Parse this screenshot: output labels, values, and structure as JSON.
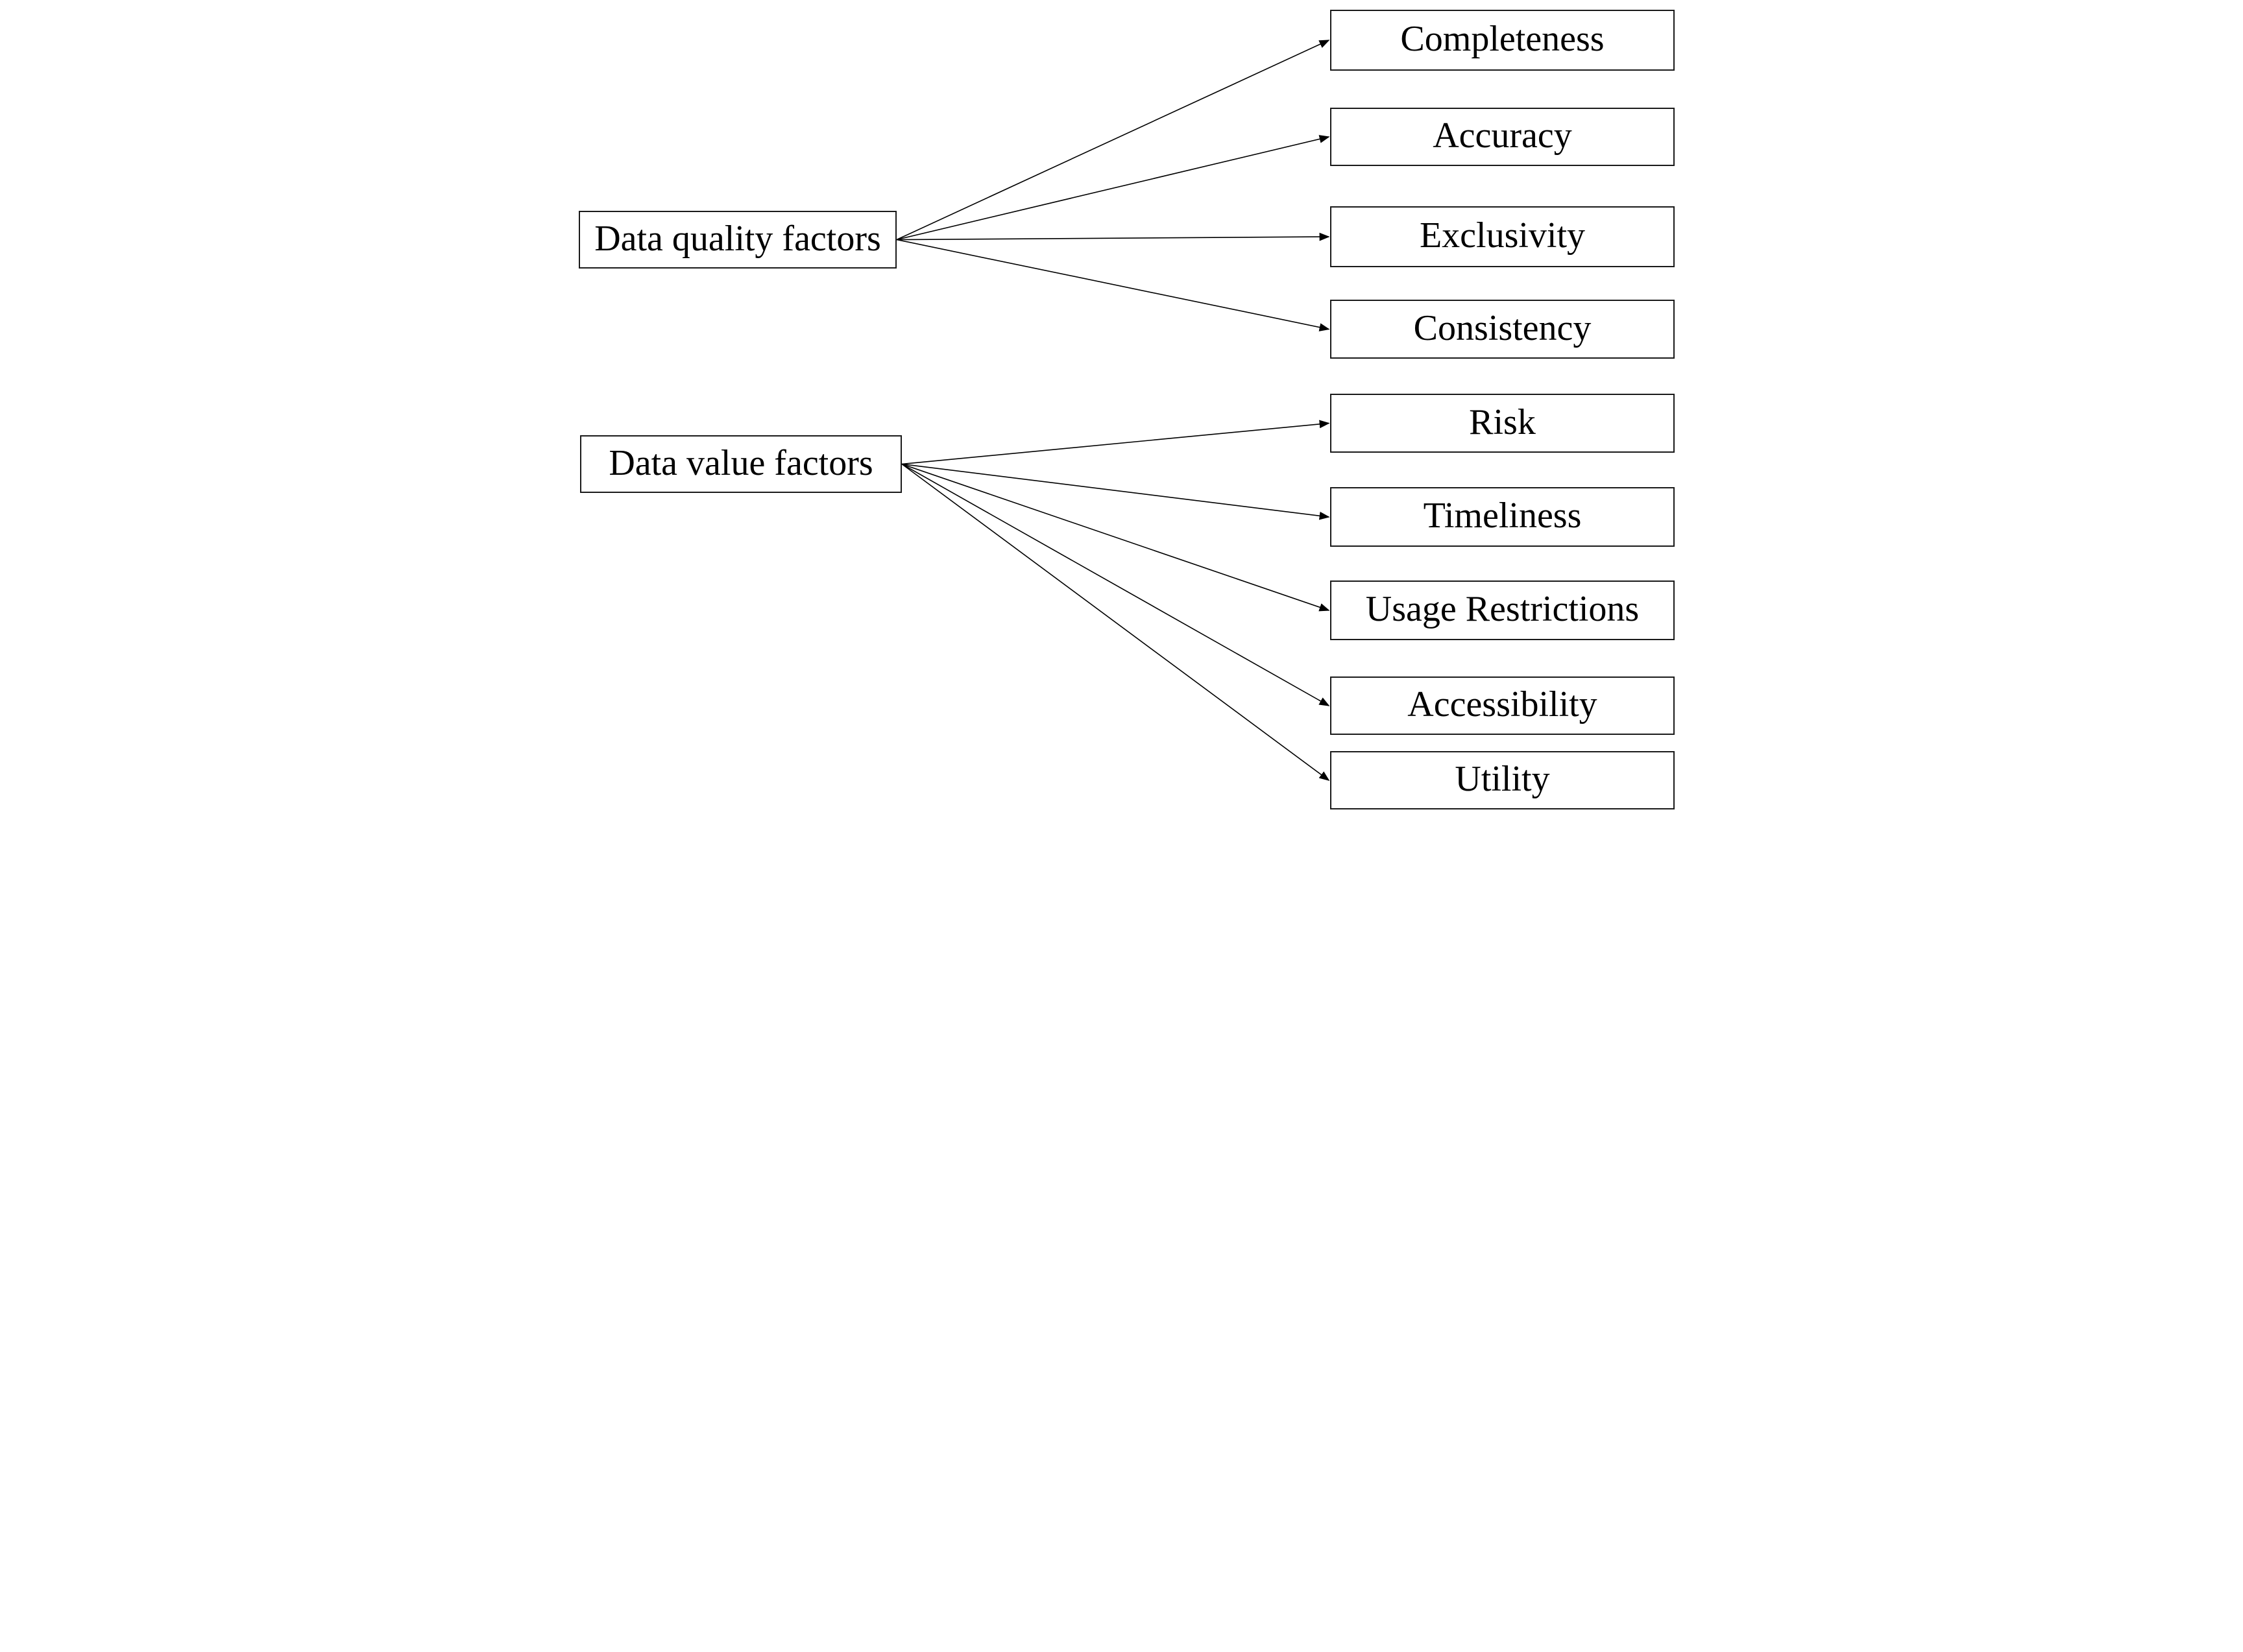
{
  "diagram": {
    "left_nodes": [
      {
        "id": "data-quality-factors",
        "label": "Data quality factors"
      },
      {
        "id": "data-value-factors",
        "label": "Data value factors"
      }
    ],
    "right_nodes": [
      {
        "id": "completeness",
        "label": "Completeness"
      },
      {
        "id": "accuracy",
        "label": "Accuracy"
      },
      {
        "id": "exclusivity",
        "label": "Exclusivity"
      },
      {
        "id": "consistency",
        "label": "Consistency"
      },
      {
        "id": "risk",
        "label": "Risk"
      },
      {
        "id": "timeliness",
        "label": "Timeliness"
      },
      {
        "id": "usage-restrictions",
        "label": "Usage Restrictions"
      },
      {
        "id": "accessibility",
        "label": "Accessibility"
      },
      {
        "id": "utility",
        "label": "Utility"
      }
    ],
    "edges": [
      {
        "from": "data-quality-factors",
        "to": "completeness"
      },
      {
        "from": "data-quality-factors",
        "to": "accuracy"
      },
      {
        "from": "data-quality-factors",
        "to": "exclusivity"
      },
      {
        "from": "data-quality-factors",
        "to": "consistency"
      },
      {
        "from": "data-value-factors",
        "to": "risk"
      },
      {
        "from": "data-value-factors",
        "to": "timeliness"
      },
      {
        "from": "data-value-factors",
        "to": "usage-restrictions"
      },
      {
        "from": "data-value-factors",
        "to": "accessibility"
      },
      {
        "from": "data-value-factors",
        "to": "utility"
      }
    ],
    "colors": {
      "background": "#ffffff",
      "box_border": "#1a1a1a",
      "text": "#000000",
      "arrow": "#000000"
    }
  }
}
